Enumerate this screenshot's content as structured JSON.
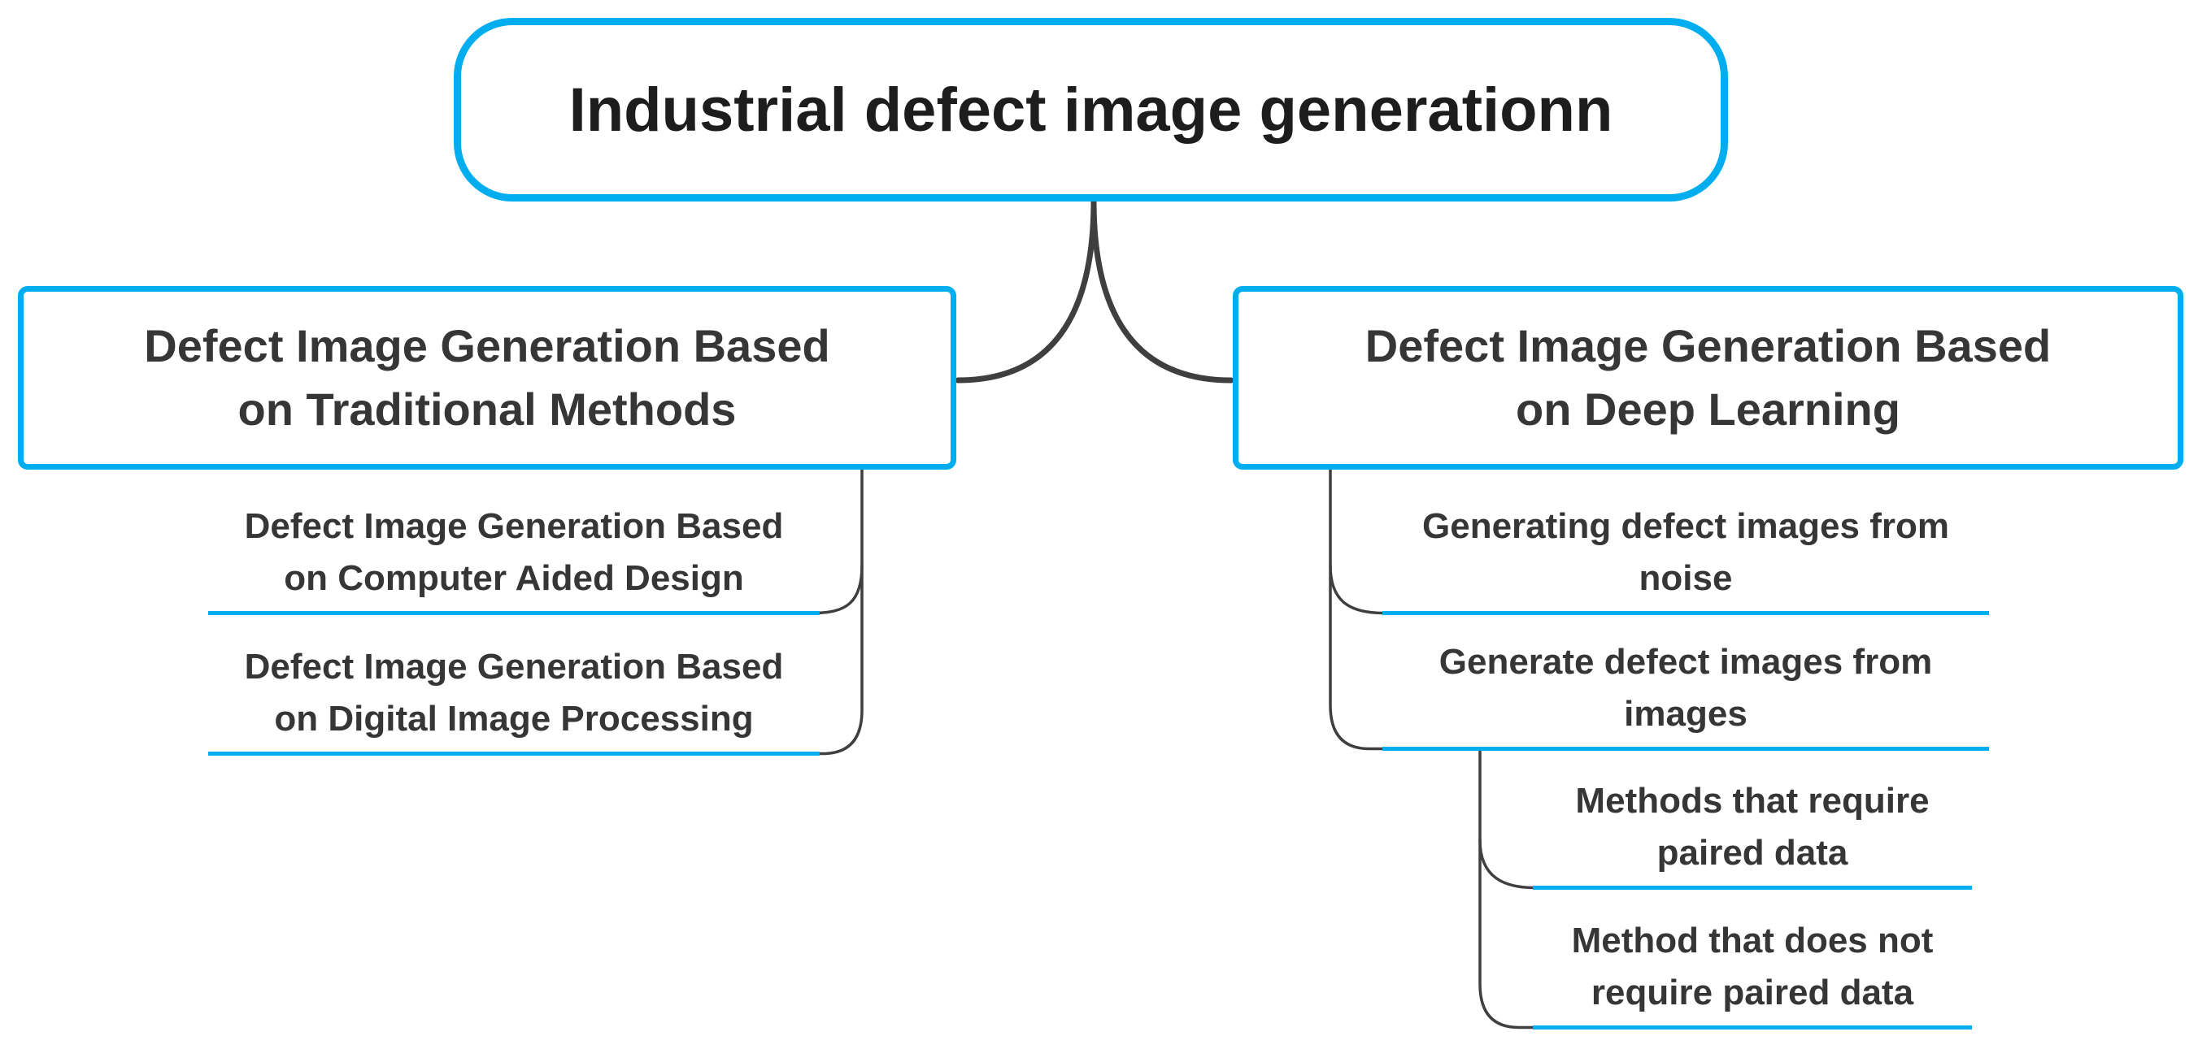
{
  "colors": {
    "accent": "#00aeef",
    "connector": "#3f3f3f",
    "text": "#333333"
  },
  "root": {
    "label": "Industrial defect image generationn"
  },
  "branches": {
    "traditional": {
      "line1": "Defect Image Generation Based",
      "line2": "on Traditional Methods",
      "children": [
        {
          "line1": "Defect Image Generation Based",
          "line2": "on Computer Aided Design"
        },
        {
          "line1": "Defect Image Generation Based",
          "line2": "on Digital Image Processing"
        }
      ]
    },
    "deep_learning": {
      "line1": "Defect Image Generation Based",
      "line2": "on Deep Learning",
      "children": [
        {
          "line1": "Generating defect images from",
          "line2": "noise"
        },
        {
          "line1": "Generate defect images from",
          "line2": "images"
        }
      ],
      "grandchildren": [
        {
          "line1": "Methods that require",
          "line2": "paired data"
        },
        {
          "line1": "Method that does not",
          "line2": "require paired data"
        }
      ]
    }
  }
}
